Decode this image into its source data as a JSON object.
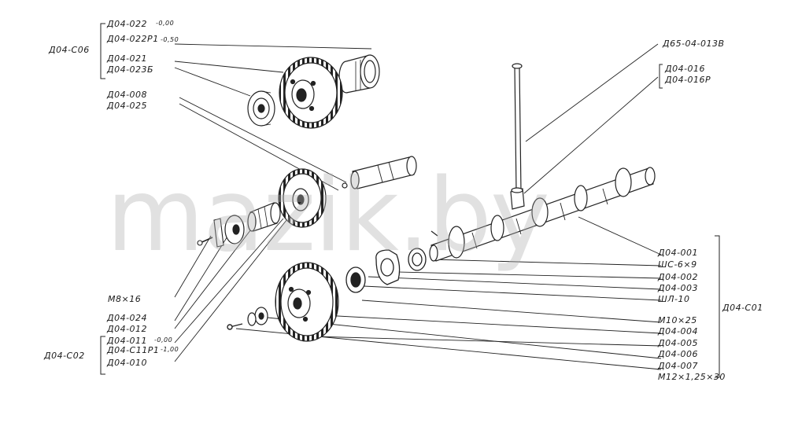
{
  "watermark": "mazik.by",
  "labels": {
    "d04_c06": "Д04-С06",
    "d04_022": "Д04-022",
    "d04_022_tol": "-0,00",
    "d04_022r1": "Д04-022Р1",
    "d04_022r1_tol": "-0,50",
    "d04_021": "Д04-021",
    "d04_023b": "Д04-023Б",
    "d04_008": "Д04-008",
    "d04_025": "Д04-025",
    "m8x16": "М8×16",
    "d04_024": "Д04-024",
    "d04_012": "Д04-012",
    "d04_c02": "Д04-С02",
    "d04_011": "Д04-011",
    "d04_011_tol": "-0,00",
    "d04_c11r1": "Д04-С11Р1",
    "d04_c11r1_tol": "-1,00",
    "d04_010": "Д04-010",
    "d65_04_013v": "Д65-04-013В",
    "d04_016": "Д04-016",
    "d04_016r": "Д04-016Р",
    "d04_001": "Д04-001",
    "shs_6x9": "ШС-6×9",
    "d04_002": "Д04-002",
    "d04_003": "Д04-003",
    "shl_10": "ШЛ-10",
    "m10x25": "М10×25",
    "d04_004": "Д04-004",
    "d04_005": "Д04-005",
    "d04_006": "Д04-006",
    "d04_007": "Д04-007",
    "m12": "М12×1,25×30",
    "d04_c01": "Д04-С01"
  }
}
